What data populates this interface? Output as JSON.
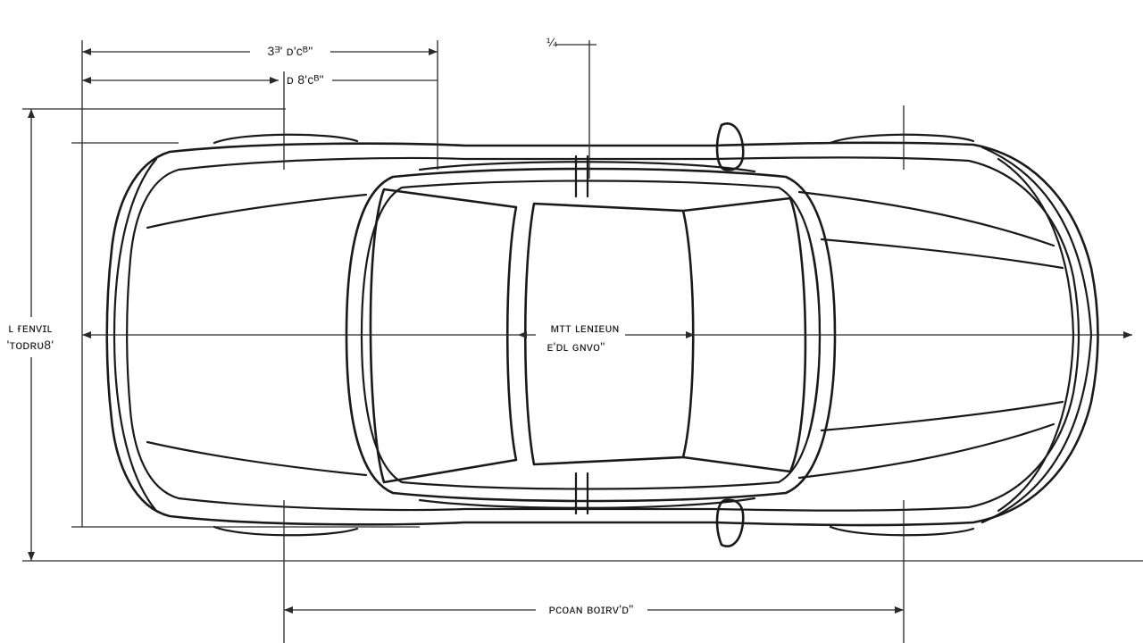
{
  "dimensions": {
    "overall_top": "3ᴲ' ᴅ'ᴄᴮ\"",
    "partial_top": "ᴅ 8'ᴄᴮ\"",
    "marker_top": "¼",
    "overall_width_line1": "ʟ ғᴇɴᴠɪʟ",
    "overall_width_line2": "'ᴛᴏᴅʀᴜ8'",
    "center_line1": "ᴍᴛᴛ ʟᴇɴɪᴇᴜɴ",
    "center_line2": "ᴇ'ᴅʟ ɢɴᴠᴏ\"",
    "wheelbase": "ᴘᴄᴏᴀɴ ʙᴏɪʀᴠ'ᴅ\""
  }
}
